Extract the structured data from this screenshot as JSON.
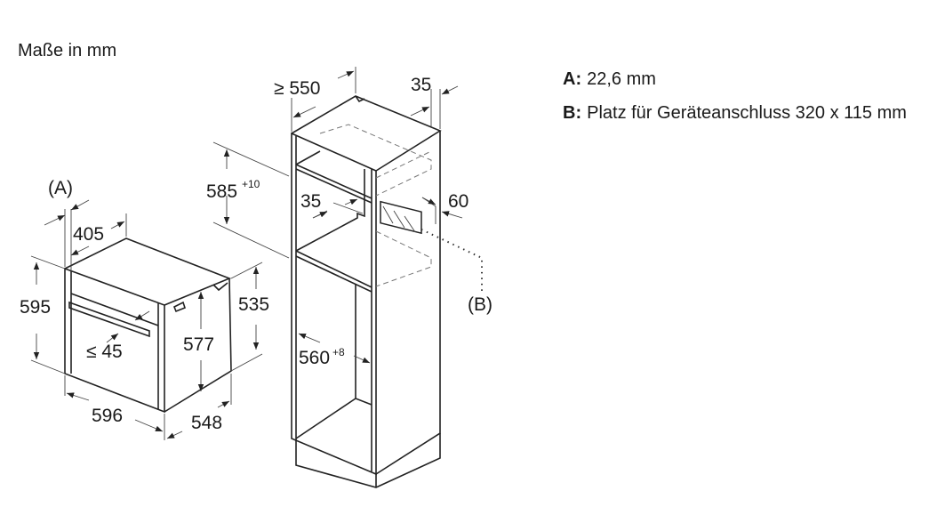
{
  "title": "Maße in mm",
  "legend": [
    {
      "key": "A:",
      "text": "22,6 mm"
    },
    {
      "key": "B:",
      "text": "Platz für Geräteanschluss 320 x 115 mm"
    }
  ],
  "oven_dims": {
    "label_a": "(A)",
    "depth_top": "405",
    "height_total": "595",
    "handle": "≤ 45",
    "inner_height": "577",
    "rear_height": "535",
    "width": "596",
    "depth": "548"
  },
  "cabinet_dims": {
    "depth_min": "≥ 550",
    "top_offset": "35",
    "niche_height": "585",
    "niche_height_tol": "+10",
    "shelf_offset": "35",
    "back_gap": "60",
    "inner_width": "560",
    "inner_width_tol": "+8",
    "label_b": "(B)"
  }
}
